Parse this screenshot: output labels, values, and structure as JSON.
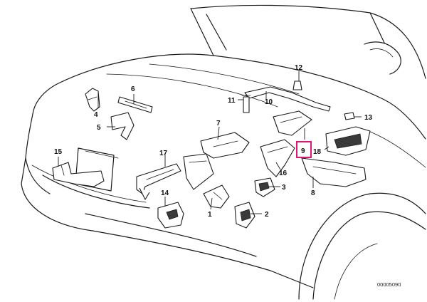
{
  "catalog_ref": "00005090",
  "highlight_color": "#e0157a",
  "callouts": {
    "c1": "1",
    "c2": "2",
    "c3": "3",
    "c4": "4",
    "c5": "5",
    "c6": "6",
    "c7": "7",
    "c8": "8",
    "c9": "9",
    "c10": "10",
    "c11": "11",
    "c12": "12",
    "c13": "13",
    "c14": "14",
    "c15": "15",
    "c16": "16",
    "c17": "17",
    "c18": "18"
  }
}
